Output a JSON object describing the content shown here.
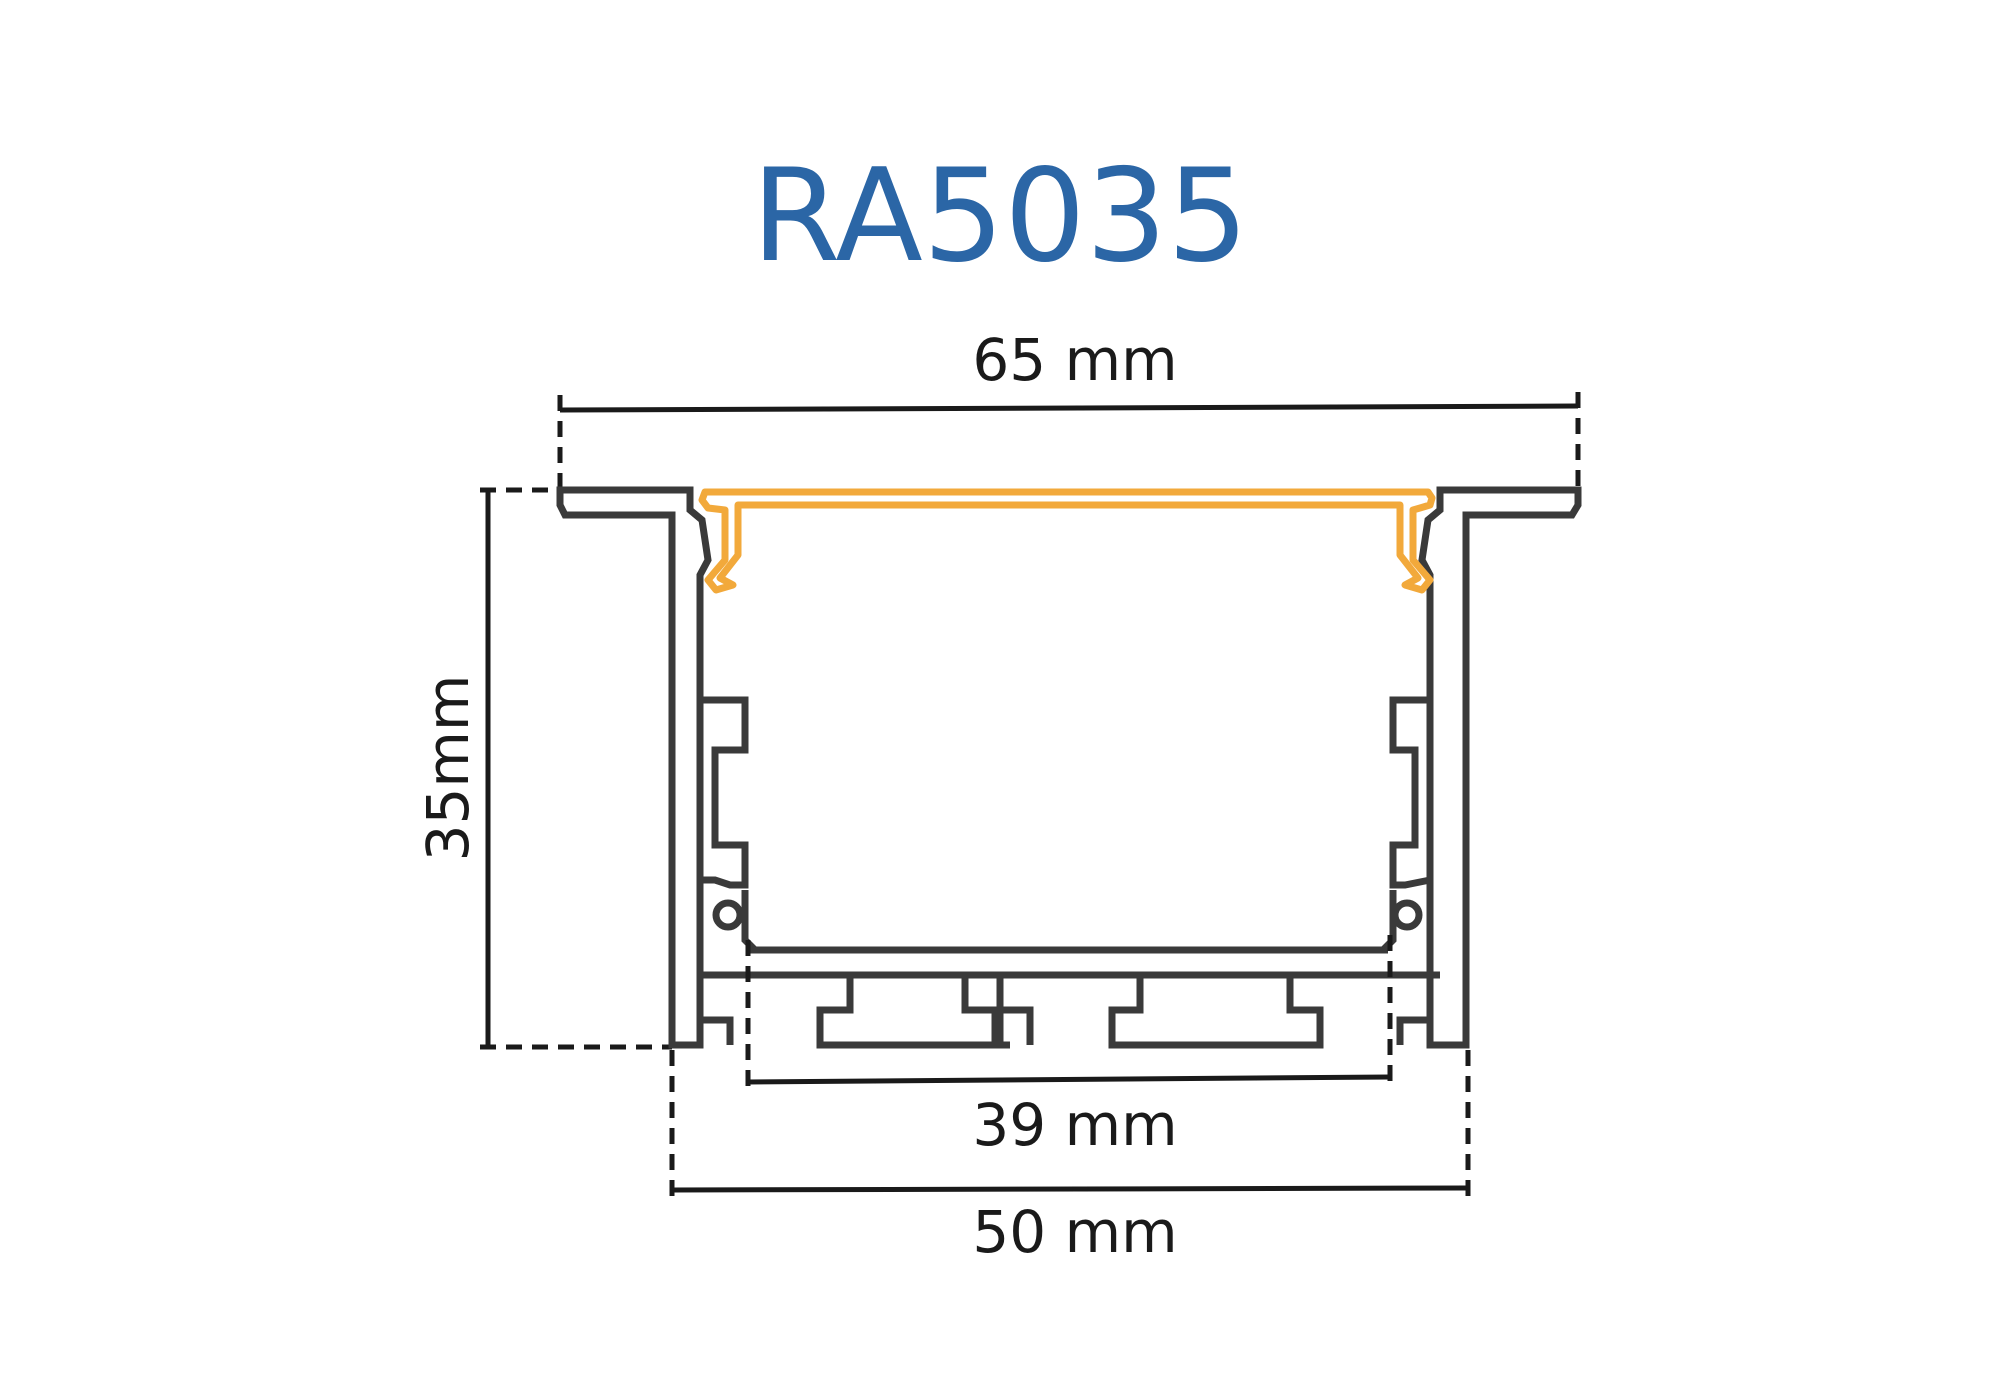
{
  "title": "RA5035",
  "dimensions": {
    "overall_width": "65 mm",
    "height": "35mm",
    "inner_width": "39 mm",
    "body_width": "50 mm"
  },
  "colors": {
    "title": "#2b66a6",
    "profile": "#3a3a3a",
    "diffuser": "#f2a93b",
    "dimension": "#1a1a1a"
  }
}
